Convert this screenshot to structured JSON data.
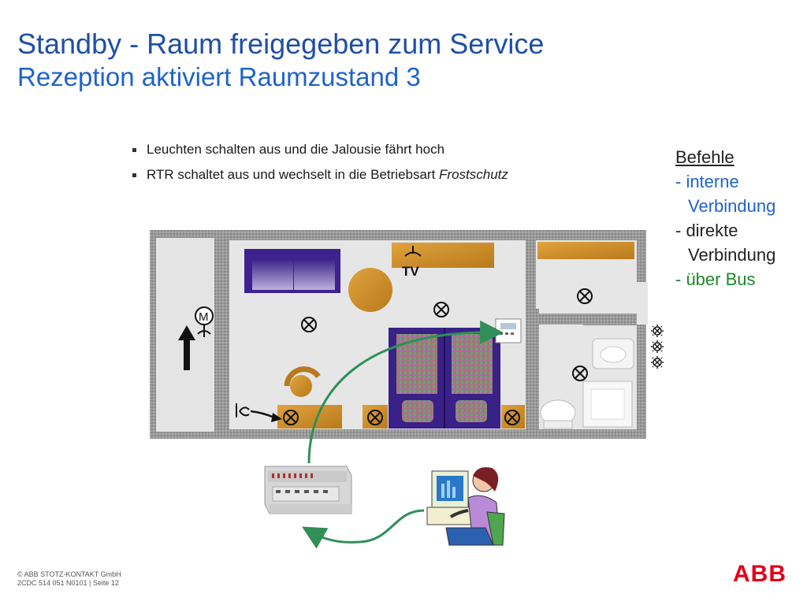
{
  "slide": {
    "title": "Standby - Raum freigegeben zum Service",
    "subtitle": "Rezeption aktiviert Raumzustand 3"
  },
  "bullets": [
    {
      "text": "Leuchten schalten aus und die Jalousie fährt hoch"
    },
    {
      "text_prefix": "RTR schaltet aus und wechselt in die Betriebsart ",
      "text_emphasis": "Frostschutz"
    }
  ],
  "legend": {
    "heading": "Befehle",
    "internal_line1": "- interne",
    "internal_line2": "Verbindung",
    "direct_line1": "- direkte",
    "direct_line2": "Verbindung",
    "bus": "- über Bus",
    "colors": {
      "internal": "#1f63c9",
      "direct": "#222222",
      "bus": "#1a8a2a"
    }
  },
  "floorplan": {
    "tv_label": "TV",
    "motor_label": "M",
    "icons": [
      "lamp-icon",
      "socket-icon",
      "motor-icon",
      "thermostat-icon",
      "bed-icon",
      "sofa-icon",
      "table-icon",
      "chair-icon",
      "toilet-icon",
      "sink-icon",
      "bathtub-icon",
      "switch-icon"
    ]
  },
  "devices": {
    "actuator": "knx-actuator-icon",
    "receptionist": "receptionist-at-computer-icon"
  },
  "footer": {
    "copyright": "© ABB STOTZ-KONTAKT GmbH",
    "docref": "2CDC 514 051 N0101 | Seite 12"
  },
  "brand": {
    "logo_text": "ABB",
    "color": "#e2001a"
  }
}
